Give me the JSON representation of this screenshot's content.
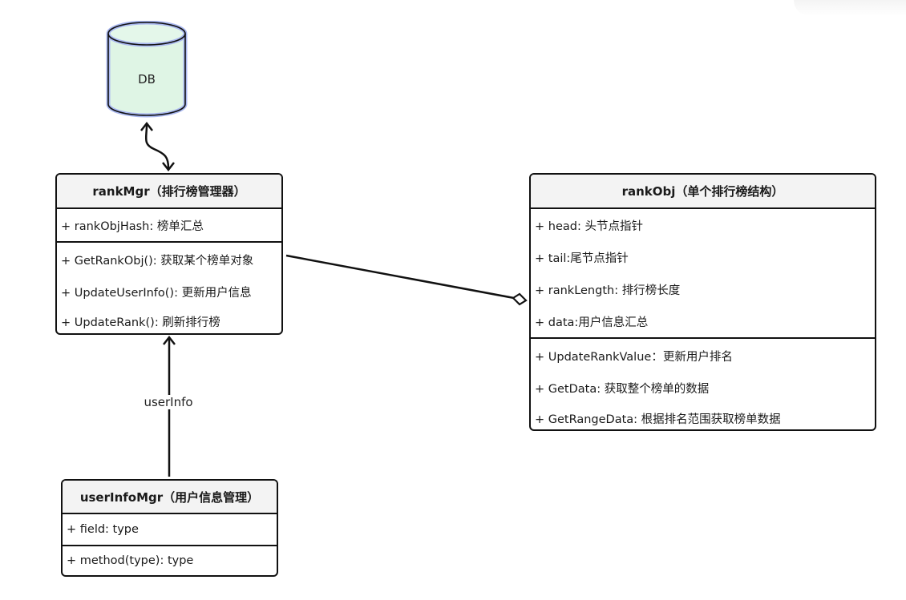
{
  "database": {
    "label": "DB",
    "fill": "#dff5e5",
    "glow": "#a9b7ef"
  },
  "classes": {
    "rankMgr": {
      "title": "rankMgr（排行榜管理器）",
      "attributes": [
        "+ rankObjHash: 榜单汇总"
      ],
      "methods": [
        "+ GetRankObj(): 获取某个榜单对象",
        "+ UpdateUserInfo(): 更新用户信息",
        "+ UpdateRank(): 刷新排行榜"
      ]
    },
    "rankObj": {
      "title": "rankObj（单个排行榜结构）",
      "attributes": [
        "+ head: 头节点指针",
        "+ tail:尾节点指针",
        "+ rankLength: 排行榜长度",
        "+ data:用户信息汇总"
      ],
      "methods": [
        "+ UpdateRankValue：更新用户排名",
        "+ GetData: 获取整个榜单的数据",
        "+ GetRangeData: 根据排名范围获取榜单数据"
      ]
    },
    "userInfoMgr": {
      "title": "userInfoMgr（用户信息管理）",
      "attributes": [
        "+ field: type"
      ],
      "methods": [
        "+ method(type): type"
      ]
    }
  },
  "edges": {
    "db_rankMgr": {
      "type": "bidirectional"
    },
    "rankMgr_rankObj": {
      "type": "aggregation"
    },
    "userInfoMgr_rankMgr": {
      "type": "association",
      "label": "userInfo"
    }
  },
  "colors": {
    "stroke": "#111111",
    "header_fill": "#f3f3f3"
  }
}
